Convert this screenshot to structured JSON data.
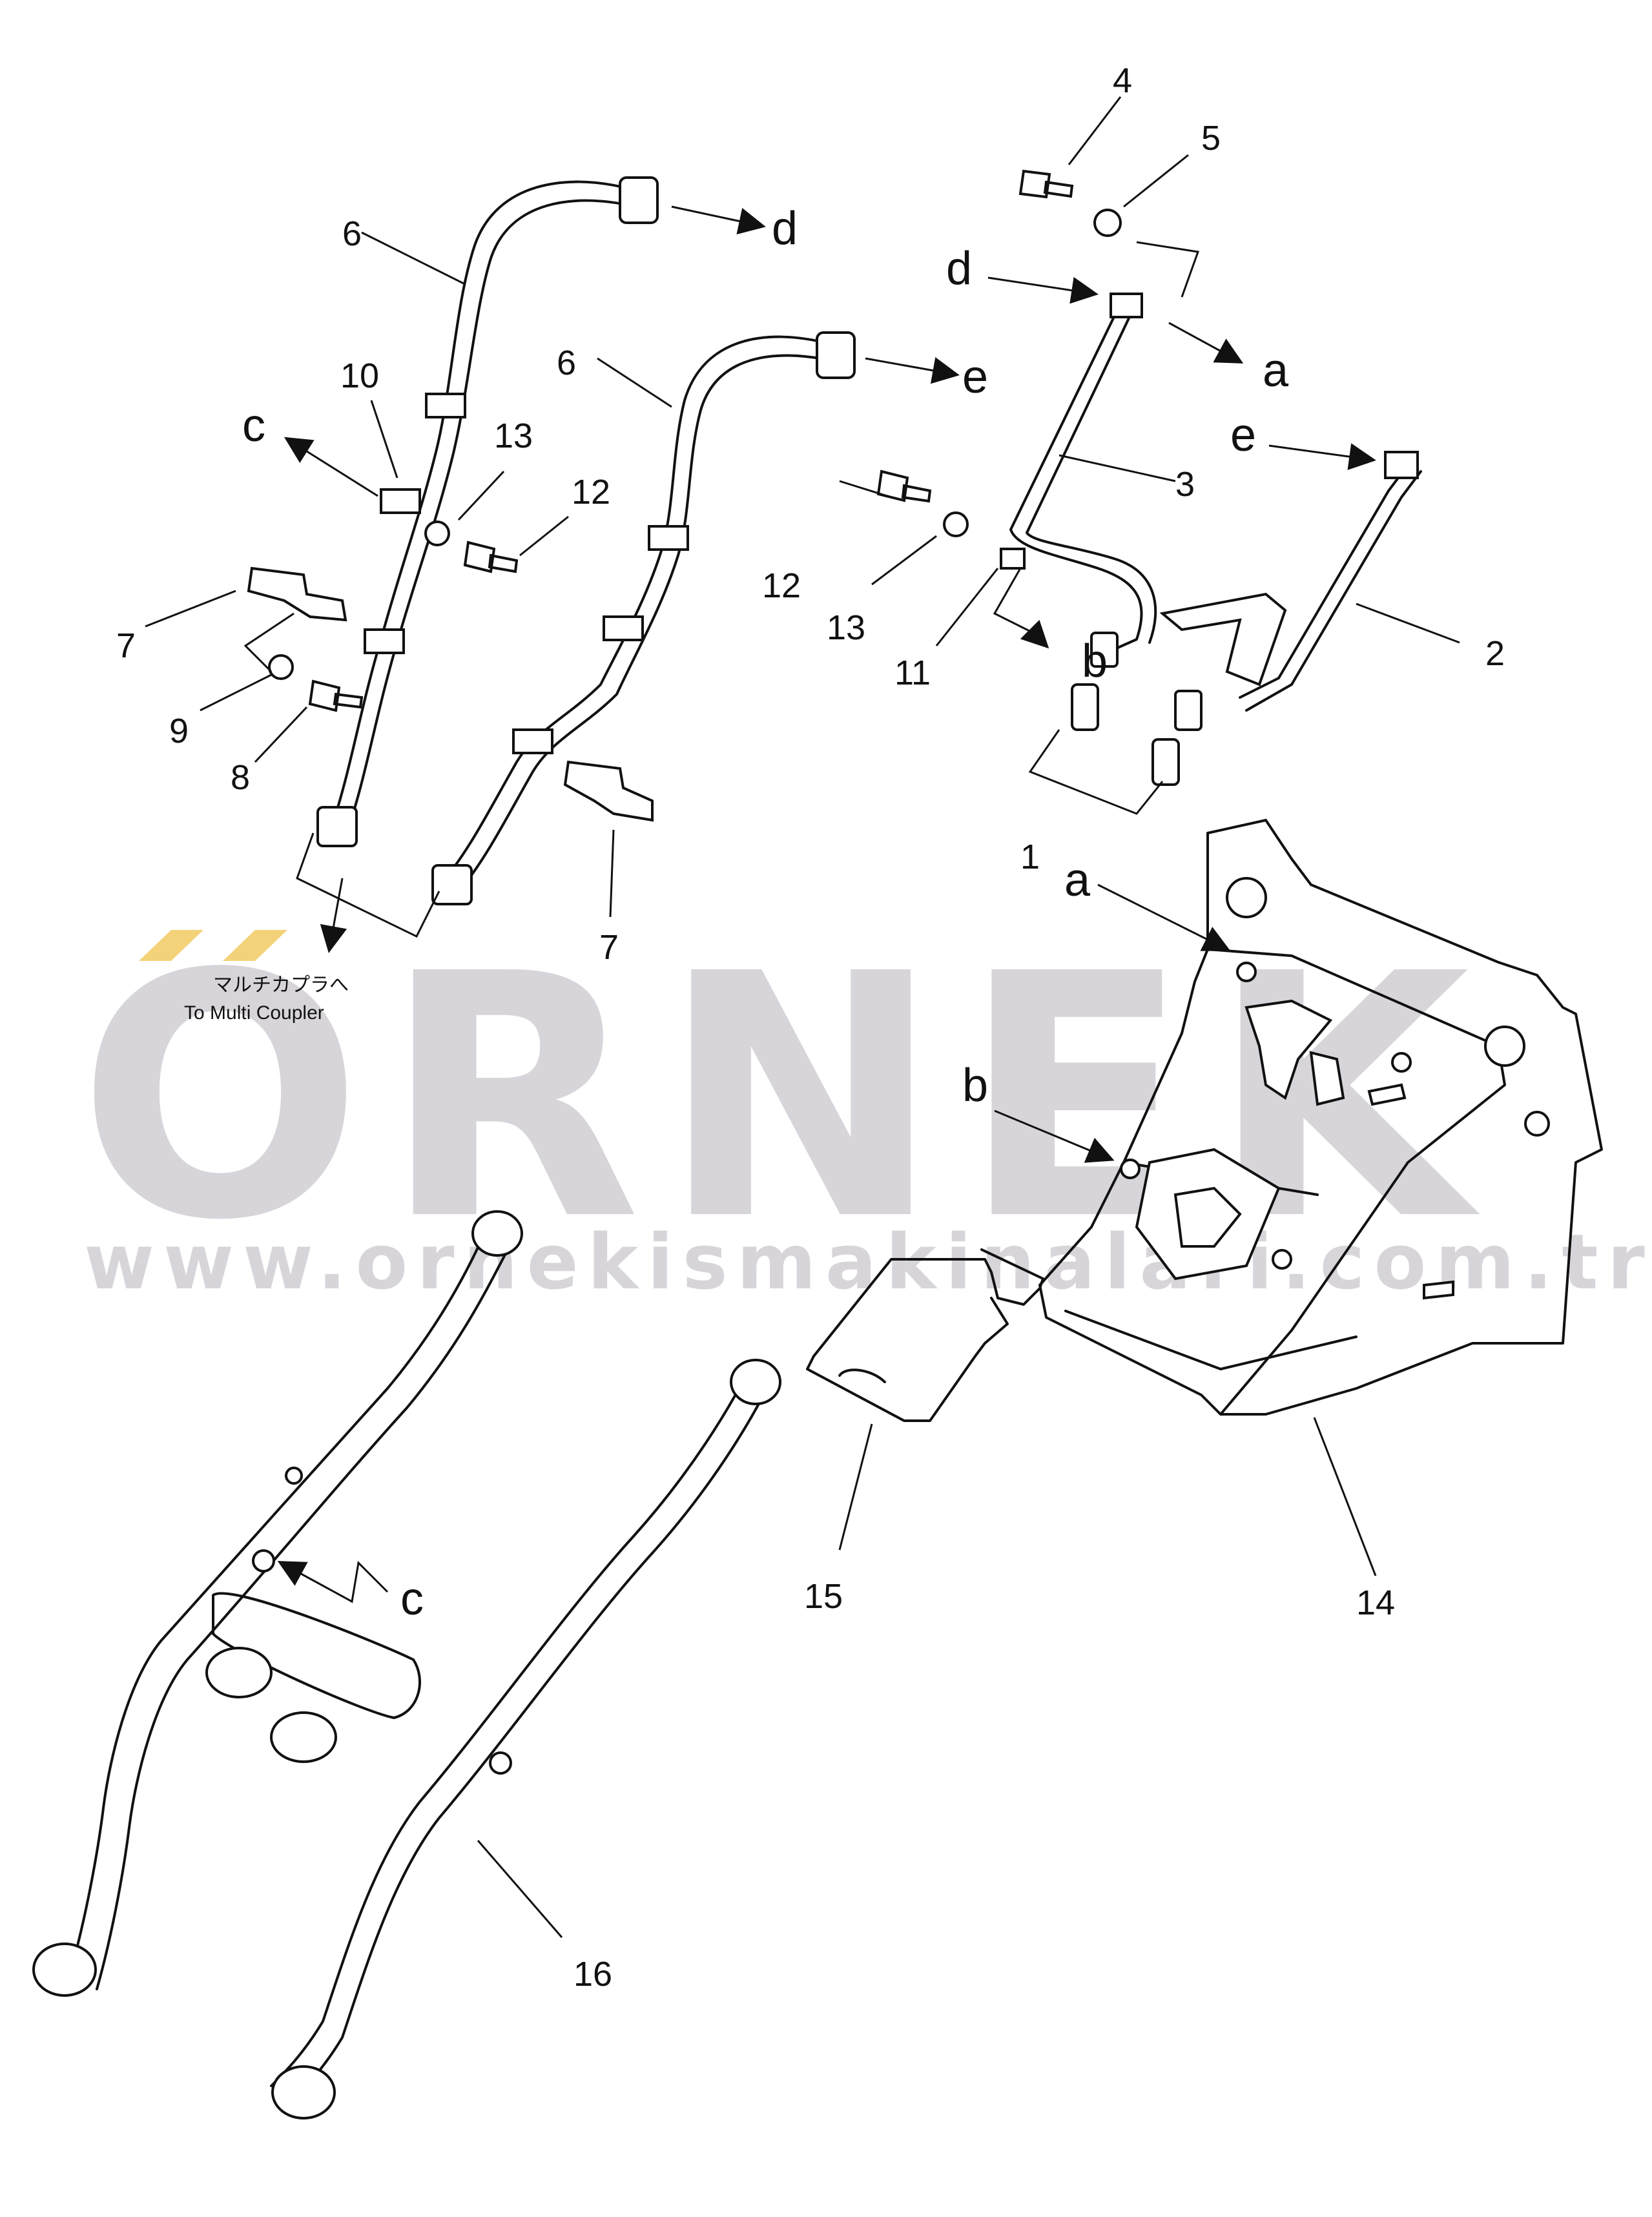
{
  "watermark": {
    "brand": "ORNEK",
    "url": "www.ornekismakinalari.com.tr",
    "accent_color": "#f3d27a",
    "text_color": "#b9b3bd"
  },
  "note": {
    "jp": "マルチカプラへ",
    "en": "To Multi Coupler"
  },
  "callouts": {
    "n1": "1",
    "n2": "2",
    "n3": "3",
    "n4": "4",
    "n5": "5",
    "n6a": "6",
    "n6b": "6",
    "n7a": "7",
    "n7b": "7",
    "n8": "8",
    "n9": "9",
    "n10": "10",
    "n11": "11",
    "n12a": "12",
    "n12b": "12",
    "n13a": "13",
    "n13b": "13",
    "n14": "14",
    "n15": "15",
    "n16": "16"
  },
  "connections": {
    "a1": "a",
    "a2": "a",
    "b1": "b",
    "b2": "b",
    "c1": "c",
    "c2": "c",
    "d1": "d",
    "d2": "d",
    "e1": "e",
    "e2": "e"
  }
}
